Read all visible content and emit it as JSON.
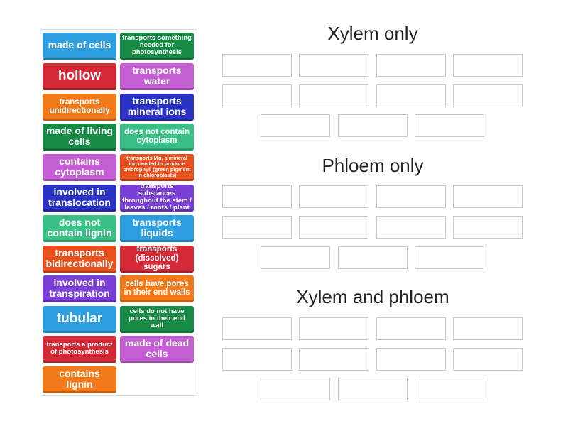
{
  "tiles": [
    {
      "text": "made of cells",
      "color": "#2d9ee0"
    },
    {
      "text": "transports something needed for photosynthesis",
      "color": "#178a46"
    },
    {
      "text": "hollow",
      "color": "#d42a38"
    },
    {
      "text": "transports water",
      "color": "#c45fd3"
    },
    {
      "text": "transports unidirectionally",
      "color": "#f27a1a"
    },
    {
      "text": "transports mineral ions",
      "color": "#2b33c7"
    },
    {
      "text": "made of living cells",
      "color": "#178a46"
    },
    {
      "text": "does not contain cytoplasm",
      "color": "#3bbf87"
    },
    {
      "text": "contains cytoplasm",
      "color": "#c45fd3"
    },
    {
      "text": "transports Mg, a mineral ion needed to produce chlorophyll (green pigment in chloroplasts)",
      "color": "#e8501e"
    },
    {
      "text": "involved in translocation",
      "color": "#2b33c7"
    },
    {
      "text": "transports substances throughout the stem / leaves / roots / plant",
      "color": "#7a3fd6"
    },
    {
      "text": "does not contain lignin",
      "color": "#3bbf87"
    },
    {
      "text": "transports liquids",
      "color": "#2d9ee0"
    },
    {
      "text": "transports bidirectionally",
      "color": "#e8501e"
    },
    {
      "text": "transports (dissolved) sugars",
      "color": "#d42a38"
    },
    {
      "text": "involved in transpiration",
      "color": "#7a3fd6"
    },
    {
      "text": "cells have pores in their end walls",
      "color": "#f27a1a"
    },
    {
      "text": "tubular",
      "color": "#2d9ee0"
    },
    {
      "text": "cells do not have pores in their end wall",
      "color": "#178a46"
    },
    {
      "text": "transports a product of photosynthesis",
      "color": "#d42a38"
    },
    {
      "text": "made of dead cells",
      "color": "#c45fd3"
    },
    {
      "text": "contains lignin",
      "color": "#f27a1a"
    }
  ],
  "groups": [
    {
      "title": "Xylem only"
    },
    {
      "title": "Phloem only"
    },
    {
      "title": "Xylem and phloem"
    }
  ]
}
